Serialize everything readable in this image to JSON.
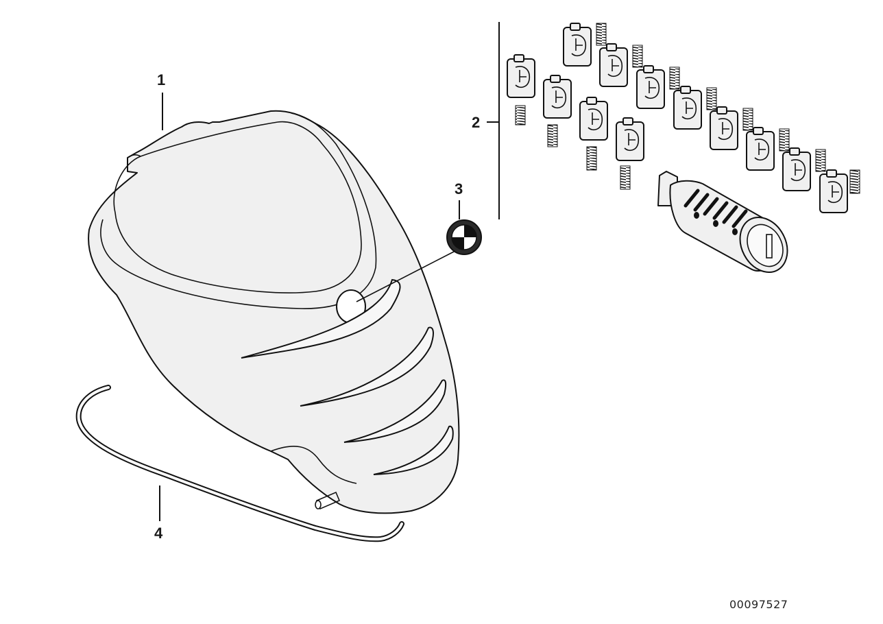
{
  "callouts": {
    "part_1": "1",
    "part_2": "2",
    "part_3": "3",
    "part_4": "4"
  },
  "diagram_id": "00097527"
}
